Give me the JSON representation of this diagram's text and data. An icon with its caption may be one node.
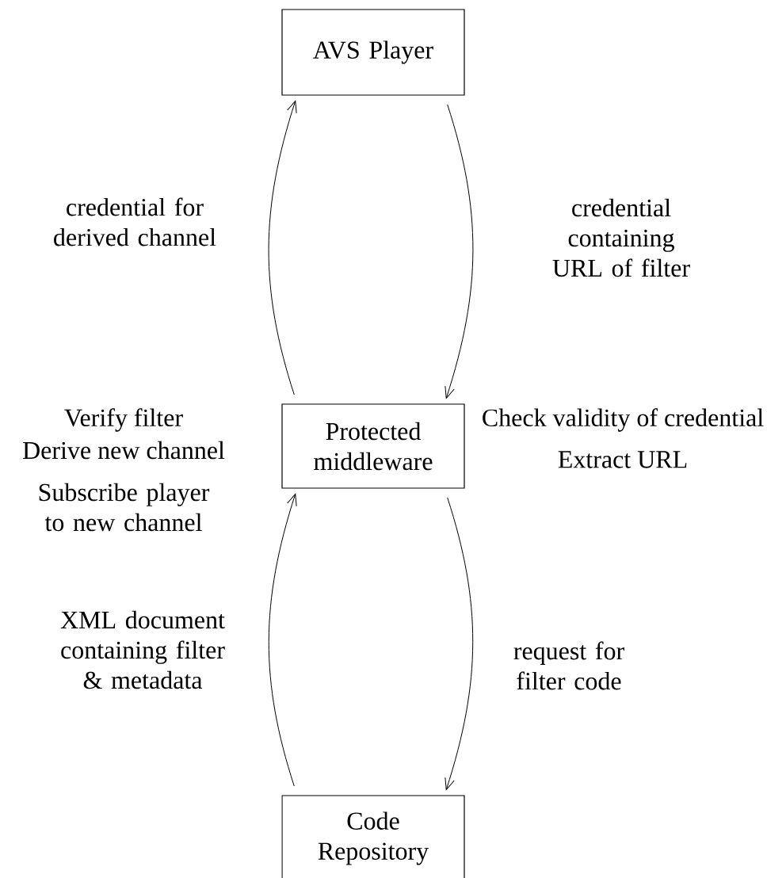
{
  "diagram": {
    "nodes": [
      {
        "text": [
          "AVS Player"
        ]
      },
      {
        "text": [
          "Protected middleware"
        ],
        "beside": [
          "Verify filter",
          "Derive new channel",
          "Subscribe player to new channel",
          "Check validity of credential",
          "Extract URL"
        ]
      },
      {
        "text": [
          "Code Repository"
        ]
      }
    ],
    "edges": [
      {
        "from": 1,
        "to": 0,
        "arrow": "to",
        "label": "credential for derived channel"
      },
      {
        "from": 0,
        "to": 1,
        "arrow": "to",
        "label": "credential containing URL of filter"
      },
      {
        "from": 2,
        "to": 1,
        "arrow": "to",
        "label": "XML document containing filter & metadata"
      },
      {
        "from": 1,
        "to": 2,
        "arrow": "to",
        "label": "request for filter code"
      }
    ]
  }
}
